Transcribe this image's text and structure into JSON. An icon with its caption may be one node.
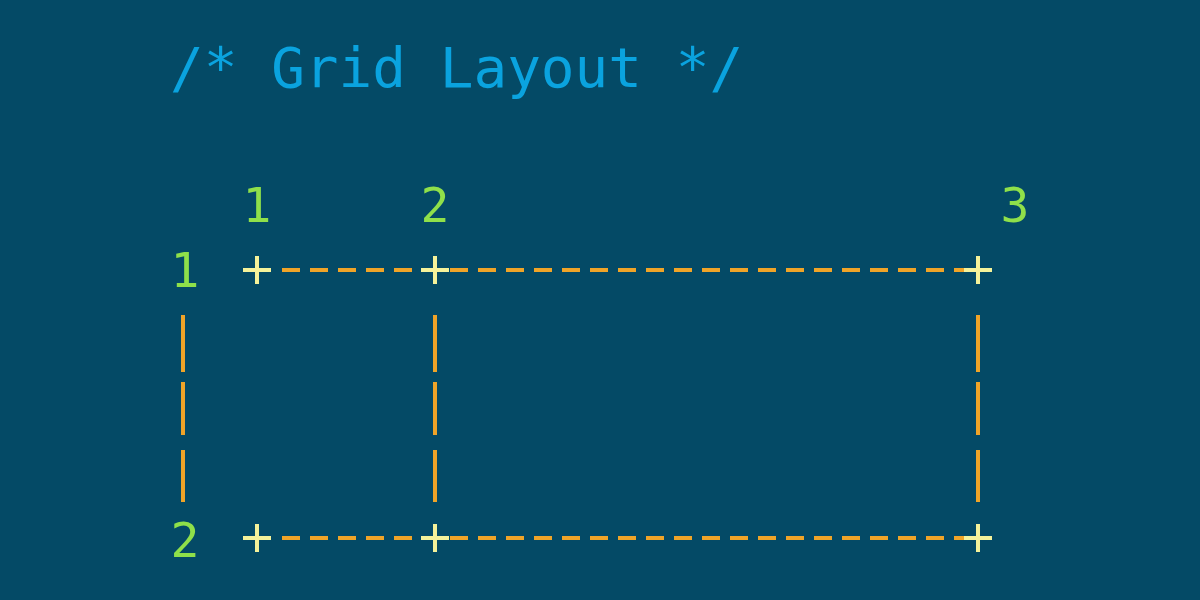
{
  "diagram": {
    "title": "/* Grid Layout */",
    "labels": [
      "1",
      "2",
      "3",
      "1",
      "2"
    ]
  }
}
